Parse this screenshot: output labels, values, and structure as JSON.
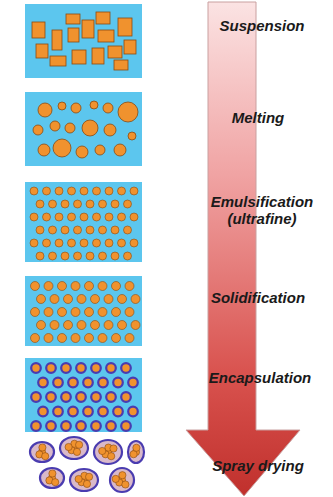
{
  "diagram": {
    "labels": [
      "Suspension",
      "Melting",
      "Emulsification (ultrafine)",
      "Solidification",
      "Encapsulation",
      "Spray drying"
    ]
  }
}
